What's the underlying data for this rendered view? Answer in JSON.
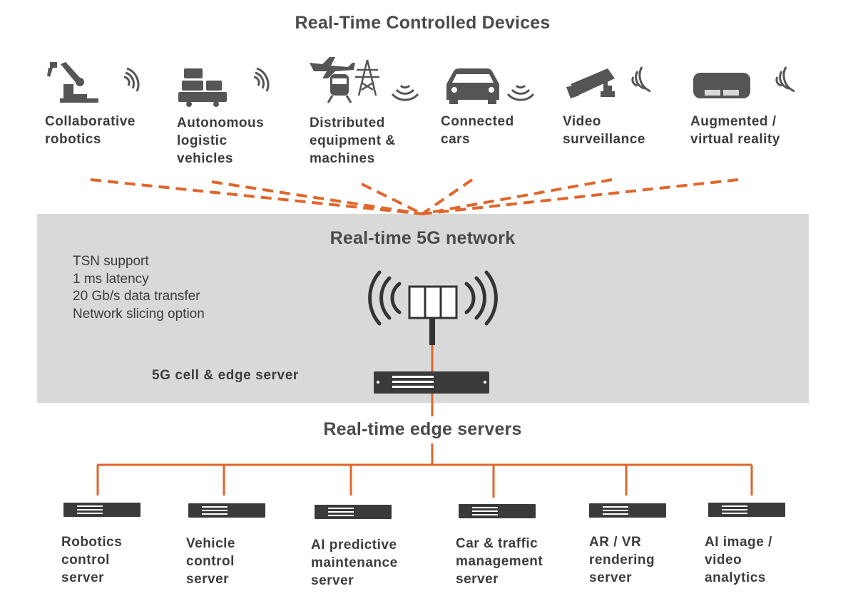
{
  "headings": {
    "devices": "Real-Time Controlled Devices",
    "network": "Real-time 5G network",
    "edge": "Real-time edge servers"
  },
  "devices": [
    {
      "icon": "robot-arm-icon",
      "line1": "Collaborative",
      "line2": "robotics",
      "line3": ""
    },
    {
      "icon": "logistic-vehicle-icon",
      "line1": "Autonomous",
      "line2": "logistic",
      "line3": "vehicles"
    },
    {
      "icon": "plane-train-pylon-icon",
      "line1": "Distributed",
      "line2": "equipment &",
      "line3": "machines"
    },
    {
      "icon": "car-icon",
      "line1": "Connected",
      "line2": "cars",
      "line3": ""
    },
    {
      "icon": "cctv-camera-icon",
      "line1": "Video",
      "line2": "surveillance",
      "line3": ""
    },
    {
      "icon": "vr-headset-icon",
      "line1": "Augmented /",
      "line2": "virtual reality",
      "line3": ""
    }
  ],
  "network": {
    "features": [
      "TSN support",
      "1 ms latency",
      "20 Gb/s data transfer",
      "Network slicing option"
    ],
    "cell_label": "5G cell & edge server"
  },
  "servers": [
    {
      "line1": "Robotics",
      "line2": "control",
      "line3": "server"
    },
    {
      "line1": "Vehicle",
      "line2": "control",
      "line3": "server"
    },
    {
      "line1": "AI predictive",
      "line2": "maintenance",
      "line3": "server"
    },
    {
      "line1": "Car & traffic",
      "line2": "management",
      "line3": "server"
    },
    {
      "line1": "AR / VR",
      "line2": "rendering",
      "line3": "server"
    },
    {
      "line1": "AI image /",
      "line2": "video",
      "line3": "analytics"
    }
  ],
  "colors": {
    "accent": "#e2652a",
    "icon": "#555555",
    "panel": "#d9d9d9",
    "text": "#3c3c3c"
  }
}
